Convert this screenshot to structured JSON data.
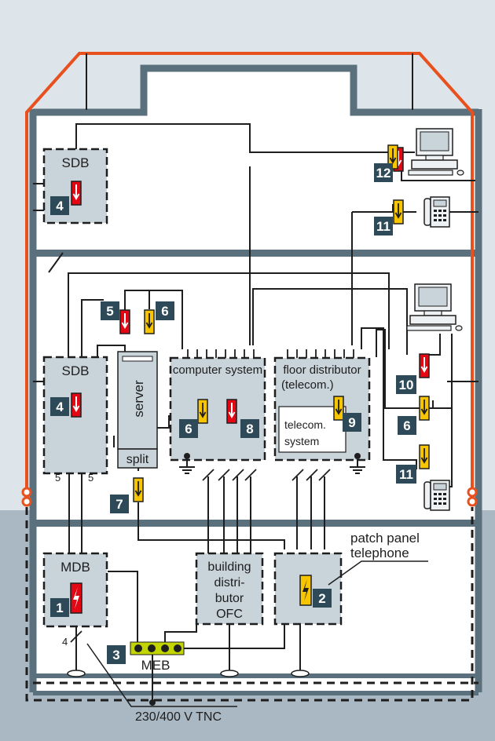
{
  "panels": {
    "sdb_top": "SDB",
    "sdb_mid": "SDB",
    "mdb": "MDB",
    "server": "server",
    "split": "split",
    "computer_system": "computer system",
    "floor_distributor_line1": "floor distributor",
    "floor_distributor_line2": "(telecom.)",
    "telecom_system_line1": "telecom.",
    "telecom_system_line2": "system",
    "building_distributor_line1": "building",
    "building_distributor_line2": "distri-",
    "building_distributor_line3": "butor",
    "building_distributor_line4": "OFC"
  },
  "labels": {
    "patch_panel_line1": "patch panel",
    "patch_panel_line2": "telephone",
    "meb": "MEB",
    "supply": "230/400 V TNC",
    "conductors_5a": "5",
    "conductors_5b": "5",
    "conductors_4": "4"
  },
  "markers": [
    "1",
    "2",
    "3",
    "4",
    "4",
    "5",
    "6",
    "6",
    "6",
    "7",
    "8",
    "9",
    "10",
    "11",
    "11",
    "12"
  ],
  "colors": {
    "building_outline": "#5b707d",
    "basement": "#a9b8c2",
    "lightning_red": "#e30613",
    "lightning_yellow": "#f7c600",
    "lightning_protection": "#e8501e",
    "marker_bg": "#2e4957",
    "panel_fill": "#c9d3da",
    "earth_bar": "#c3d500"
  }
}
